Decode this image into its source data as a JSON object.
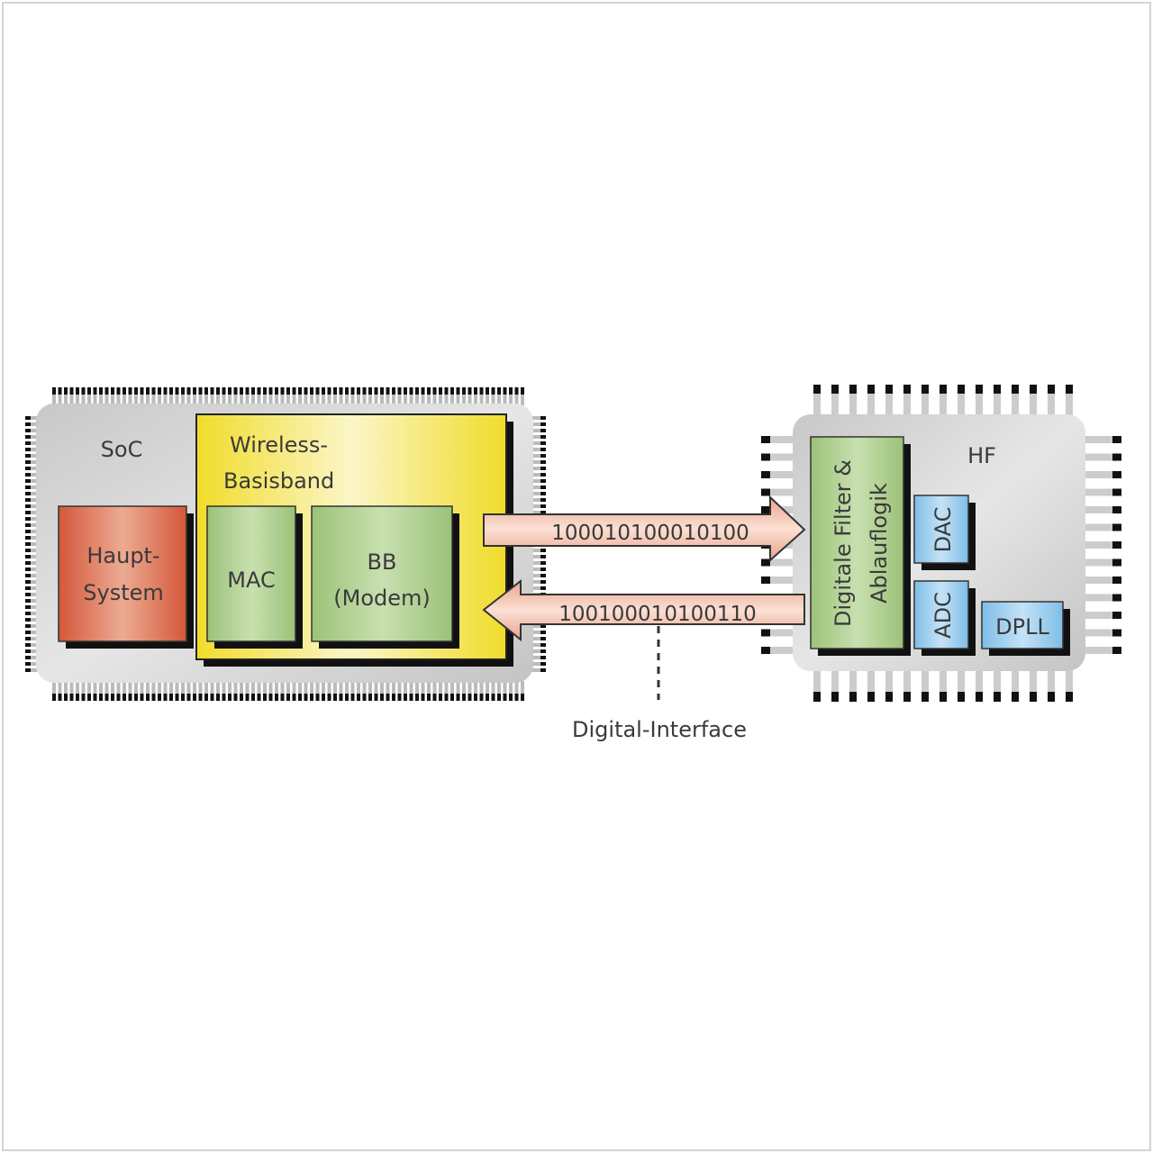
{
  "soc": {
    "label": "SoC",
    "haupt_system": [
      "Haupt-",
      "System"
    ],
    "wireless_basisband": [
      "Wireless-",
      "Basisband"
    ],
    "mac": "MAC",
    "bb": [
      "BB",
      "(Modem)"
    ]
  },
  "interface": {
    "tx_bits": "100010100010100",
    "rx_bits": "100100010100110",
    "label": "Digital-Interface"
  },
  "hf": {
    "label": "HF",
    "digital_filter": [
      "Digitale Filter &",
      "Ablauflogik"
    ],
    "dac": "DAC",
    "adc": "ADC",
    "dpll": "DPLL"
  },
  "colors": {
    "chip_gray": "#d2d2d2",
    "wireless_yellow": "#f2e030",
    "haupt_red": "#d9654a",
    "block_green": "#a5c882",
    "converter_blue": "#8ec6ec",
    "arrow_salmon": "#f0b8a0"
  }
}
